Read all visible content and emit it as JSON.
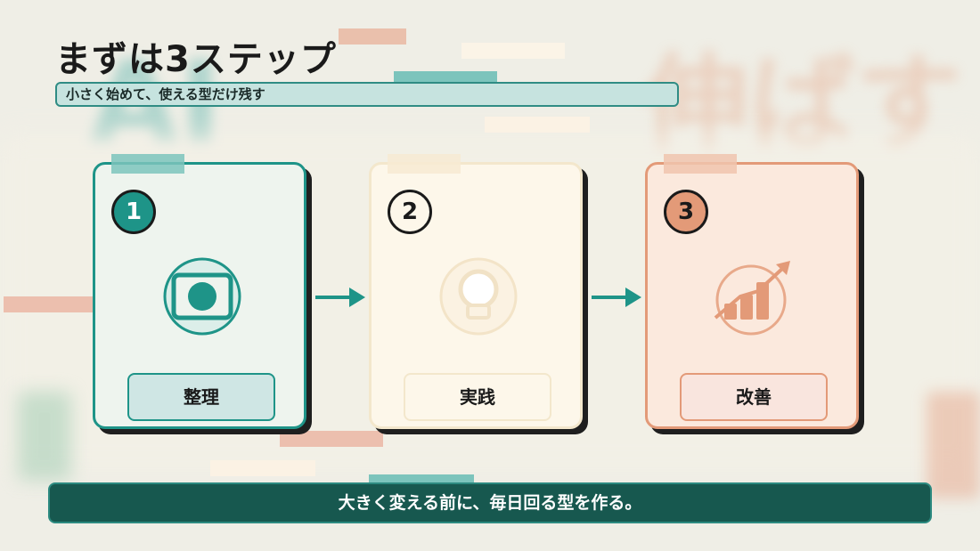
{
  "title": "まずは3ステップ",
  "subtitle": "小さく始めて、使える型だけ残す",
  "steps": [
    {
      "number": "1",
      "label": "整理",
      "icon": "window-circle-icon"
    },
    {
      "number": "2",
      "label": "実践",
      "icon": "lightbulb-icon"
    },
    {
      "number": "3",
      "label": "改善",
      "icon": "growth-chart-icon"
    }
  ],
  "footer": "大きく変える前に、毎日回る型を作る。",
  "colors": {
    "teal": "#1e9488",
    "dark_teal": "#17584f",
    "cream": "#fdf7ea",
    "peach": "#e39a78",
    "card1_bg": "#eef4ee",
    "card3_bg": "#fbe9dd"
  }
}
